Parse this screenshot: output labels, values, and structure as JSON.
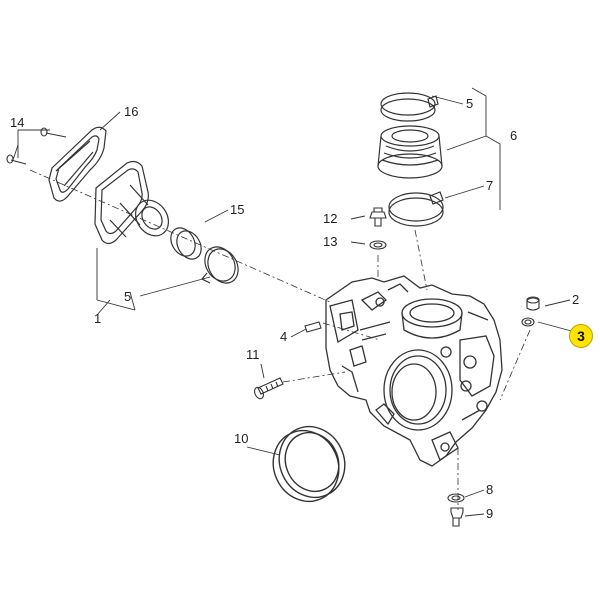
{
  "diagram": {
    "callouts": [
      {
        "id": "c14",
        "label": "14"
      },
      {
        "id": "c16",
        "label": "16"
      },
      {
        "id": "c15",
        "label": "15"
      },
      {
        "id": "c5a",
        "label": "5"
      },
      {
        "id": "c1",
        "label": "1"
      },
      {
        "id": "c5b",
        "label": "5"
      },
      {
        "id": "c6",
        "label": "6"
      },
      {
        "id": "c7",
        "label": "7"
      },
      {
        "id": "c12",
        "label": "12"
      },
      {
        "id": "c13",
        "label": "13"
      },
      {
        "id": "c2",
        "label": "2"
      },
      {
        "id": "c3",
        "label": "3"
      },
      {
        "id": "c4",
        "label": "4"
      },
      {
        "id": "c11",
        "label": "11"
      },
      {
        "id": "c10",
        "label": "10"
      },
      {
        "id": "c8",
        "label": "8"
      },
      {
        "id": "c9",
        "label": "9"
      }
    ],
    "highlighted_callout": "3",
    "highlight_color": "#ffe400",
    "line_color": "#333333"
  }
}
